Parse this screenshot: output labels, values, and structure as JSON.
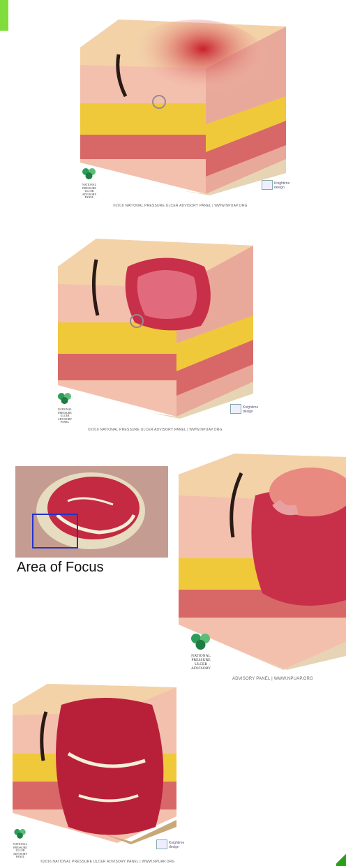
{
  "credits": {
    "stage1": "©2016 NATIONAL PRESSURE ULCER ADVISORY PANEL  |  WWW.NPUAP.ORG",
    "stage2": "©2016 NATIONAL PRESSURE ULCER ADVISORY PANEL  |  WWW.NPUAP.ORG",
    "stage3": "ADVISORY PANEL  |  WWW.NPUAP.ORG",
    "stage4": "©2016 NATIONAL PRESSURE ULCER ADVISORY PANEL  |  WWW.NPUAP.ORG"
  },
  "logo": {
    "org_lines": [
      "NATIONAL",
      "PRESSURE",
      "ULCER",
      "ADVISORY",
      "PANEL"
    ],
    "org_lines_partial": [
      "NATIONAL",
      "PRESSURE",
      "ULCER",
      "ADVISORY"
    ],
    "kt_name": "Knightime",
    "kt_sub": "design"
  },
  "photo": {
    "focus_label": "Area of Focus"
  },
  "colors": {
    "accent_green": "#7fdc3a",
    "focus_box": "#2233cc",
    "skin": "#f2b8a8",
    "fat": "#f0c93a",
    "muscle": "#d45a5a",
    "wound": "#c8304a"
  }
}
